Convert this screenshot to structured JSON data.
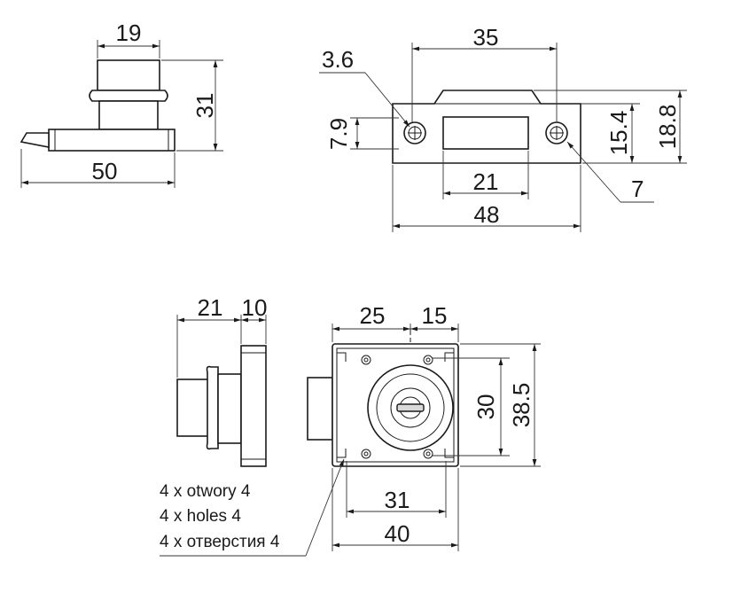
{
  "side_view": {
    "width_top": "19",
    "height": "31",
    "length": "50"
  },
  "strike_plate": {
    "hole_dia_small": "3.6",
    "hole_spacing": "35",
    "offset_v": "7.9",
    "height_inner": "15.4",
    "height_outer": "18.8",
    "slot_width": "21",
    "total_width": "48",
    "hole_dia_large": "7"
  },
  "lock_side": {
    "depth_a": "21",
    "depth_b": "10"
  },
  "lock_front": {
    "offset_a": "25",
    "offset_b": "15",
    "hole_spacing_v": "30",
    "height": "38.5",
    "hole_spacing_h": "31",
    "width": "40"
  },
  "notes": [
    "4 x otwory 4",
    "4 x holes 4",
    "4 x отверстия 4"
  ]
}
